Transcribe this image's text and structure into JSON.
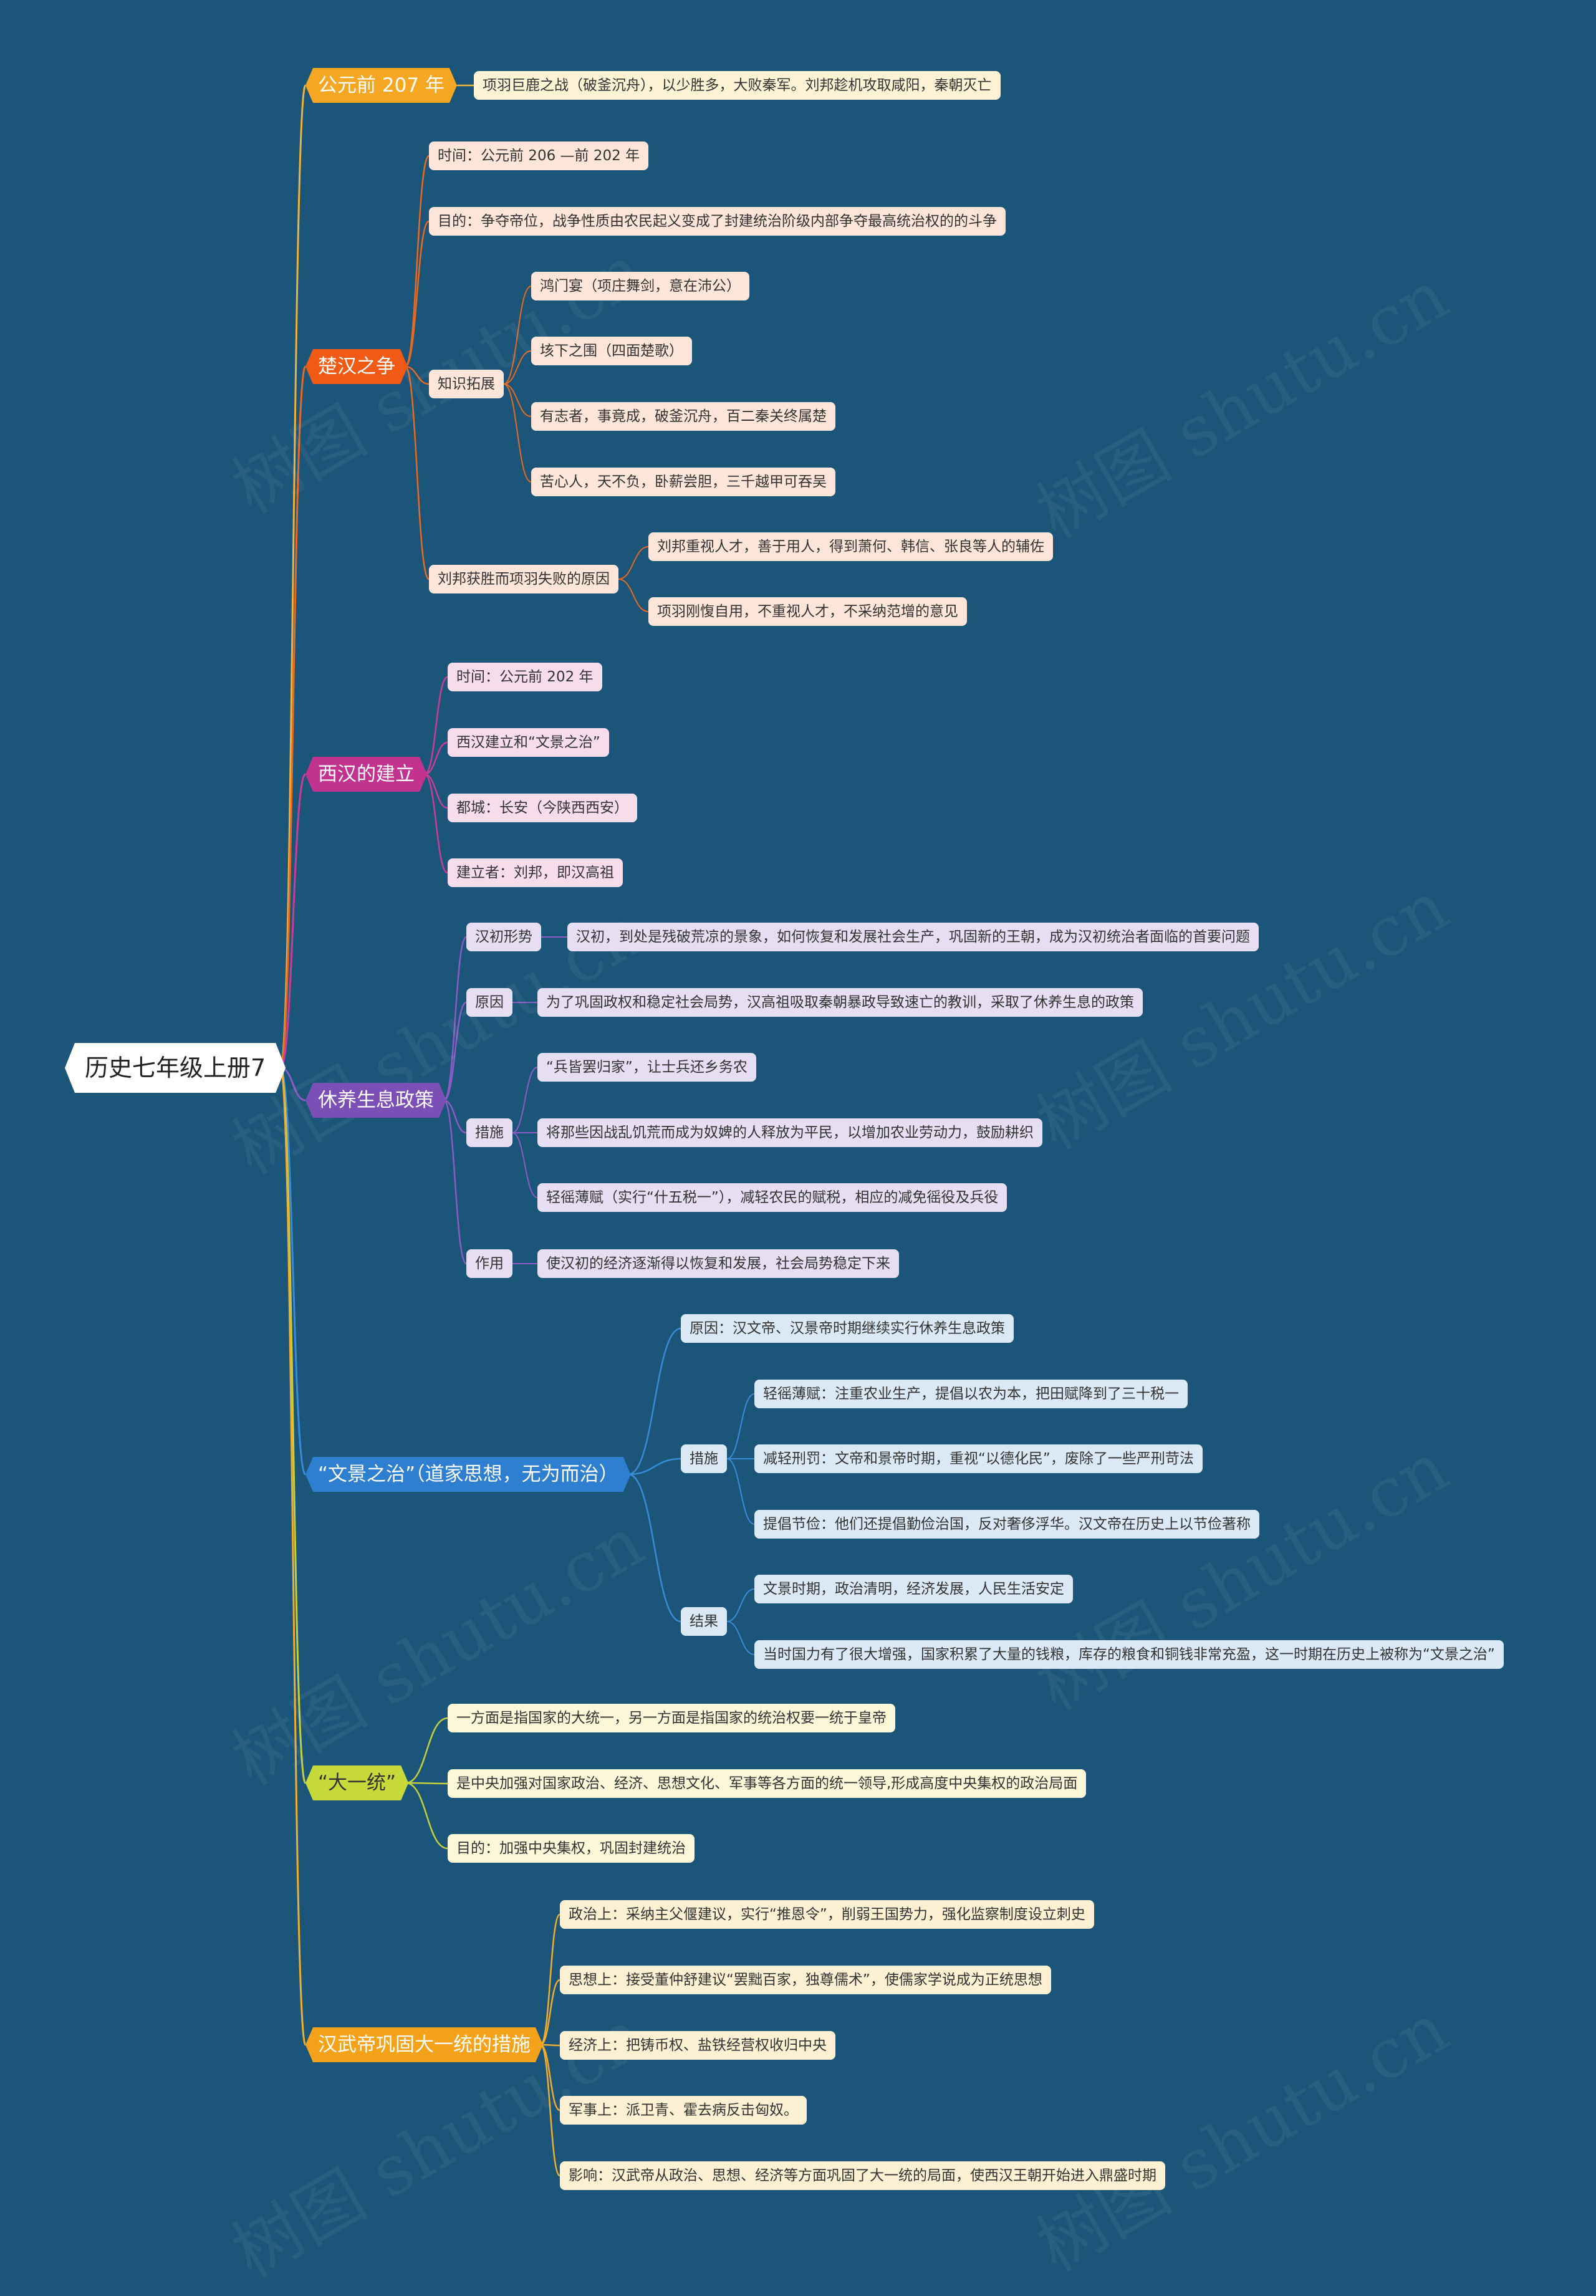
{
  "watermark": "树图 shutu.cn",
  "root": {
    "label": "历史七年级上册7"
  },
  "branches": [
    {
      "id": "b1",
      "label": "公元前 207 年",
      "color": "#f5a623",
      "leafColor": "#fff3d6",
      "line": "#f0b33e",
      "children": [
        {
          "label": "项羽巨鹿之战（破釜沉舟），以少胜多，大败秦军。刘邦趁机攻取咸阳，秦朝灭亡"
        }
      ]
    },
    {
      "id": "b2",
      "label": "楚汉之争",
      "color": "#f05a14",
      "leafColor": "#fde6d9",
      "line": "#e8691f",
      "children": [
        {
          "label": "时间：公元前 206 —前 202 年"
        },
        {
          "label": "目的：争夺帝位，战争性质由农民起义变成了封建统治阶级内部争夺最高统治权的的斗争"
        },
        {
          "label": "知识拓展",
          "children": [
            {
              "label": "鸿门宴（项庄舞剑，意在沛公）"
            },
            {
              "label": "垓下之围（四面楚歌）"
            },
            {
              "label": "有志者，事竟成，破釜沉舟，百二秦关终属楚"
            },
            {
              "label": "苦心人，天不负，卧薪尝胆，三千越甲可吞吴"
            }
          ]
        },
        {
          "label": "刘邦获胜而项羽失败的原因",
          "children": [
            {
              "label": "刘邦重视人才，善于用人，得到萧何、韩信、张良等人的辅佐"
            },
            {
              "label": "项羽刚愎自用，不重视人才，不采纳范增的意见"
            }
          ]
        }
      ]
    },
    {
      "id": "b3",
      "label": "西汉的建立",
      "color": "#c2338f",
      "leafColor": "#f7dcec",
      "line": "#c93d97",
      "children": [
        {
          "label": "时间：公元前 202 年"
        },
        {
          "label": "西汉建立和“文景之治”"
        },
        {
          "label": "都城：长安（今陕西西安）"
        },
        {
          "label": "建立者：刘邦，即汉高祖"
        }
      ]
    },
    {
      "id": "b4",
      "label": "休养生息政策",
      "color": "#7b4fb5",
      "leafColor": "#e6def3",
      "line": "#8c5cc4",
      "children": [
        {
          "label": "汉初形势",
          "children": [
            {
              "label": "汉初，到处是残破荒凉的景象，如何恢复和发展社会生产，巩固新的王朝，成为汉初统治者面临的首要问题"
            }
          ]
        },
        {
          "label": "原因",
          "children": [
            {
              "label": "为了巩固政权和稳定社会局势，汉高祖吸取秦朝暴政导致速亡的教训，采取了休养生息的政策"
            }
          ]
        },
        {
          "label": "措施",
          "children": [
            {
              "label": "“兵皆罢归家”，让士兵还乡务农"
            },
            {
              "label": "将那些因战乱饥荒而成为奴婢的人释放为平民，以增加农业劳动力，鼓励耕织"
            },
            {
              "label": "轻徭薄赋（实行“什五税一”），减轻农民的赋税，相应的减免徭役及兵役"
            }
          ]
        },
        {
          "label": "作用",
          "children": [
            {
              "label": "使汉初的经济逐渐得以恢复和发展，社会局势稳定下来"
            }
          ]
        }
      ]
    },
    {
      "id": "b5",
      "label": "“文景之治”（道家思想，无为而治）",
      "color": "#2f7fd0",
      "leafColor": "#dbe9f7",
      "line": "#3b8ad6",
      "children": [
        {
          "label": "原因：汉文帝、汉景帝时期继续实行休养生息政策"
        },
        {
          "label": "措施",
          "children": [
            {
              "label": "轻徭薄赋：注重农业生产，提倡以农为本，把田赋降到了三十税一"
            },
            {
              "label": "减轻刑罚：文帝和景帝时期，重视“以德化民”，废除了一些严刑苛法"
            },
            {
              "label": "提倡节俭：他们还提倡勤俭治国，反对奢侈浮华。汉文帝在历史上以节俭著称"
            }
          ]
        },
        {
          "label": "结果",
          "children": [
            {
              "label": "文景时期，政治清明，经济发展，人民生活安定"
            },
            {
              "label": "当时国力有了很大增强，国家积累了大量的钱粮，库存的粮食和铜钱非常充盈，这一时期在历史上被称为“文景之治”"
            }
          ]
        }
      ]
    },
    {
      "id": "b6",
      "label": "“大一统”",
      "color": "#c8d93a",
      "leafColor": "#fbf7d8",
      "line": "#c3cf3e",
      "children": [
        {
          "label": "一方面是指国家的大统一，另一方面是指国家的统治权要一统于皇帝"
        },
        {
          "label": "是中央加强对国家政治、经济、思想文化、军事等各方面的统一领导,形成高度中央集权的政治局面"
        },
        {
          "label": "目的：加强中央集权，巩固封建统治"
        }
      ]
    },
    {
      "id": "b7",
      "label": "汉武帝巩固大一统的措施",
      "color": "#f5a21b",
      "leafColor": "#fdf0d3",
      "line": "#f0ad30",
      "children": [
        {
          "label": "政治上：采纳主父偃建议，实行“推恩令”，削弱王国势力，强化监察制度设立刺史"
        },
        {
          "label": "思想上：接受董仲舒建议“罢黜百家，独尊儒术”，使儒家学说成为正统思想"
        },
        {
          "label": "经济上：把铸币权、盐铁经营权收归中央"
        },
        {
          "label": "军事上：派卫青、霍去病反击匈奴。"
        },
        {
          "label": "影响：汉武帝从政治、思想、经济等方面巩固了大一统的局面，使西汉王朝开始进入鼎盛时期"
        }
      ]
    }
  ]
}
